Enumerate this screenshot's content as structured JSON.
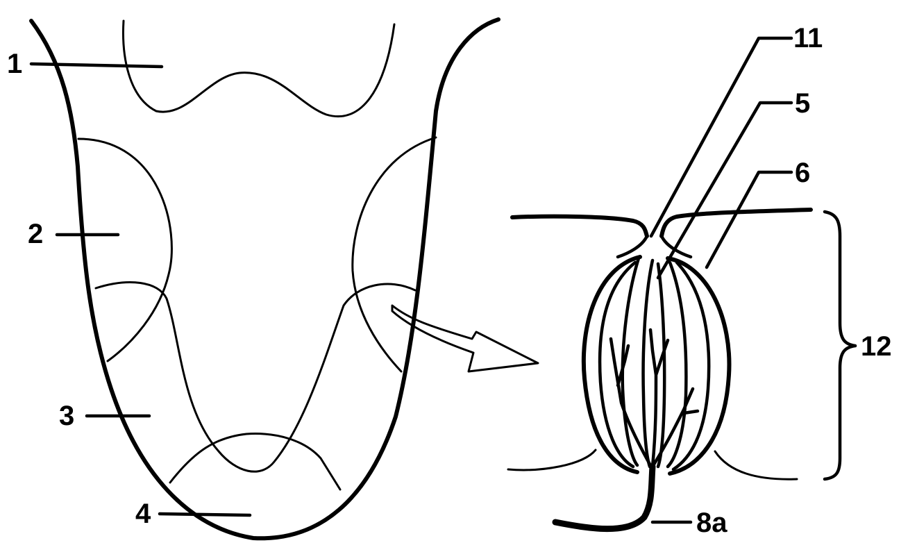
{
  "labels": {
    "l1": "1",
    "l2": "2",
    "l3": "3",
    "l4": "4",
    "l11": "11",
    "l5": "5",
    "l6": "6",
    "l12": "12",
    "l8a": "8a"
  }
}
